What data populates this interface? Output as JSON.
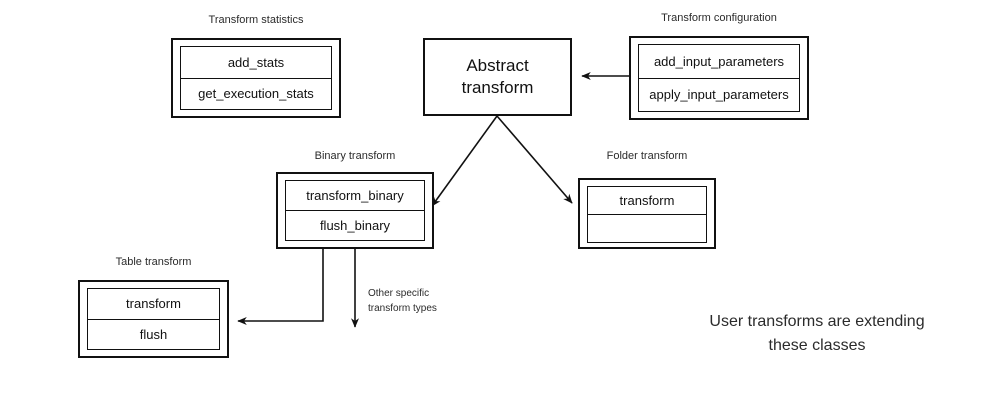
{
  "diagram": {
    "title_text_color": "#2b2b2b",
    "line_color": "#111111",
    "background": "#ffffff",
    "nodes": {
      "transform_statistics": {
        "title": "Transform statistics",
        "rows": [
          "add_stats",
          "get_execution_stats"
        ]
      },
      "abstract_transform": {
        "label": "Abstract\ntransform"
      },
      "transform_configuration": {
        "title": "Transform configuration",
        "rows": [
          "add_input_parameters",
          "apply_input_parameters"
        ]
      },
      "binary_transform": {
        "title": "Binary transform",
        "rows": [
          "transform_binary",
          "flush_binary"
        ]
      },
      "folder_transform": {
        "title": "Folder transform",
        "rows": [
          "transform",
          ""
        ]
      },
      "table_transform": {
        "title": "Table transform",
        "rows": [
          "transform",
          "flush"
        ]
      }
    },
    "edge_labels": {
      "other_specific": "Other specific\ntransform types"
    },
    "notes": {
      "user_transforms": "User transforms are extending\nthese classes"
    }
  }
}
